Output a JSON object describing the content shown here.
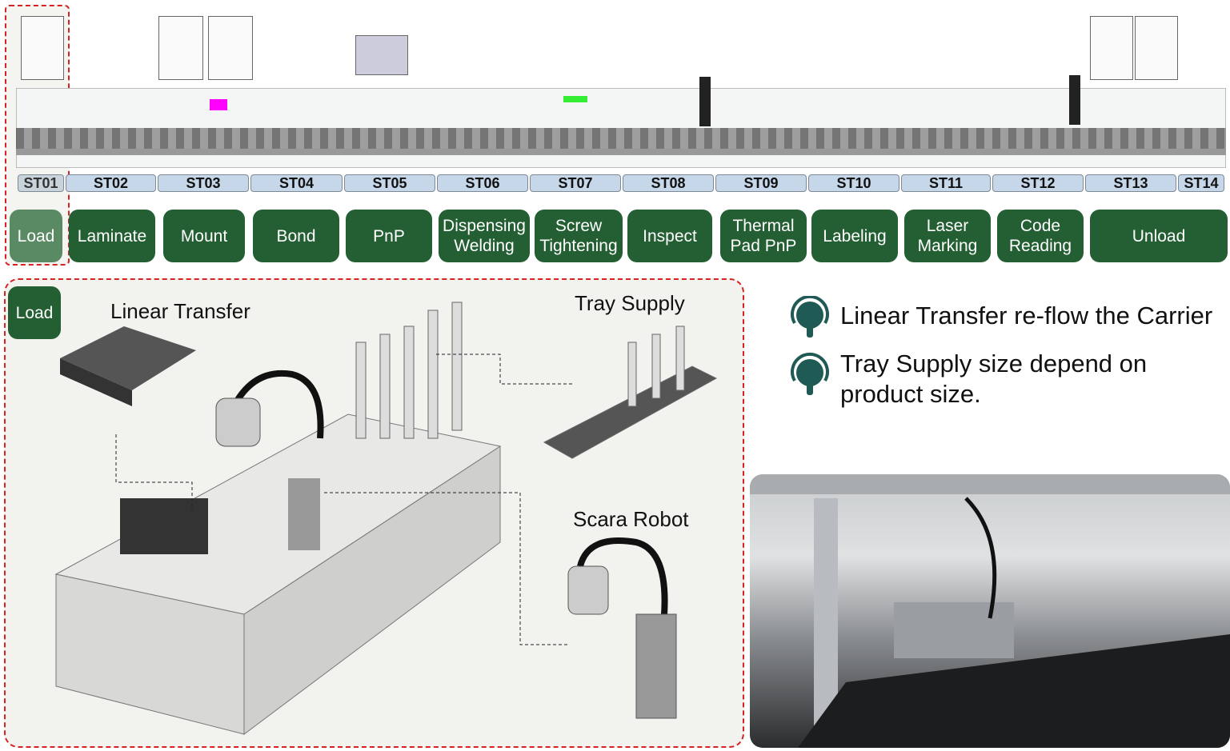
{
  "stations": [
    "ST01",
    "ST02",
    "ST03",
    "ST04",
    "ST05",
    "ST06",
    "ST07",
    "ST08",
    "ST09",
    "ST10",
    "ST11",
    "ST12",
    "ST13",
    "ST14"
  ],
  "processes": [
    "Load",
    "Laminate",
    "Mount",
    "Bond",
    "PnP",
    "Dispensing Welding",
    "Screw Tightening",
    "Inspect",
    "Thermal Pad PnP",
    "Labeling",
    "Laser Marking",
    "Code Reading",
    "Unload"
  ],
  "detail": {
    "badge": "Load",
    "linear_transfer": "Linear Transfer",
    "tray_supply": "Tray Supply",
    "scara_robot": "Scara Robot"
  },
  "notes": [
    "Linear Transfer re-flow the Carrier",
    "Tray Supply size depend on product size."
  ],
  "colors": {
    "process_green": "#235f33",
    "load_green": "#5a8a64",
    "station_blue": "#c5d7e8",
    "highlight_red": "#d62222",
    "bullet_teal": "#1f5a55"
  }
}
